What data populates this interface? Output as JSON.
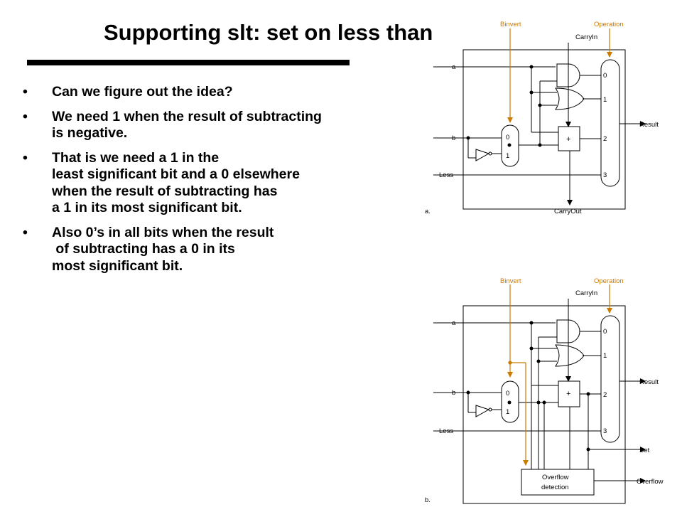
{
  "slide": {
    "title": "Supporting slt: set on less than",
    "bullet_symbol": "•",
    "bullets": [
      {
        "text": "Can we figure out the idea?"
      },
      {
        "text": "We need 1 when the result of subtracting\nis negative."
      },
      {
        "text": "That is we need a 1 in the\nleast significant bit and a 0 elsewhere\nwhen the result of subtracting has\na 1 in its most significant bit."
      },
      {
        "text": "Also 0’s in all bits when the result\n of subtracting has a 0 in its\nmost significant bit."
      }
    ]
  },
  "colors": {
    "text": "#000000",
    "control_wire": "#cc7a00",
    "wire": "#000000"
  },
  "diagram_a": {
    "panel_label": "a.",
    "binvert_label": "Binvert",
    "operation_label": "Operation",
    "carryin_label": "CarryIn",
    "input_a_label": "a",
    "input_b_label": "b",
    "less_label": "Less",
    "mux_in_0": "0",
    "mux_in_1": "1",
    "adder_symbol": "+",
    "result_mux_inputs": [
      "0",
      "1",
      "2",
      "3"
    ],
    "result_label": "Result",
    "carryout_label": "CarryOut"
  },
  "diagram_b": {
    "panel_label": "b.",
    "binvert_label": "Binvert",
    "operation_label": "Operation",
    "carryin_label": "CarryIn",
    "input_a_label": "a",
    "input_b_label": "b",
    "less_label": "Less",
    "mux_in_0": "0",
    "mux_in_1": "1",
    "adder_symbol": "+",
    "result_mux_inputs": [
      "0",
      "1",
      "2",
      "3"
    ],
    "result_label": "Result",
    "set_label": "Set",
    "overflow_box_line1": "Overflow",
    "overflow_box_line2": "detection",
    "overflow_label": "Overflow"
  }
}
